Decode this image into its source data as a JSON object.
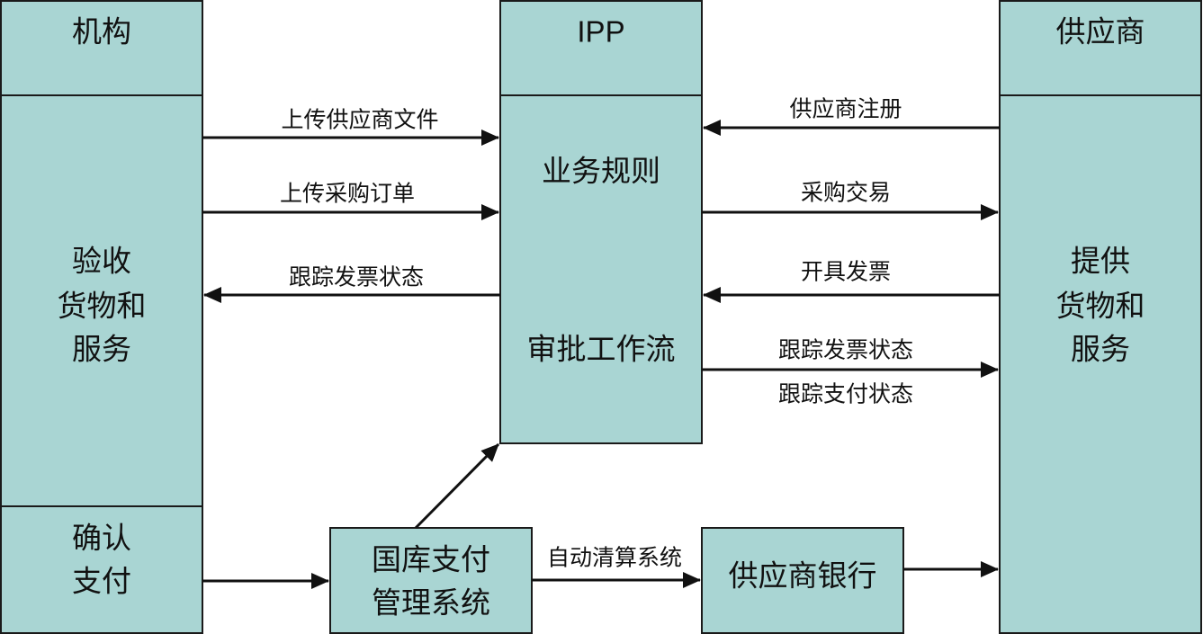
{
  "nodes": {
    "agency_header": "机构",
    "agency_body": [
      "验收",
      "货物和",
      "服务"
    ],
    "agency_pay": [
      "确认",
      "支付"
    ],
    "ipp_header": "IPP",
    "ipp_rules": "业务规则",
    "ipp_workflow": "审批工作流",
    "supplier_header": "供应商",
    "supplier_body": [
      "提供",
      "货物和",
      "服务"
    ],
    "treasury": [
      "国库支付",
      "管理系统"
    ],
    "supplier_bank": "供应商银行"
  },
  "edges": {
    "upload_supplier_docs": "上传供应商文件",
    "upload_purchase_order": "上传采购订单",
    "track_invoice_agency": "跟踪发票状态",
    "supplier_registration": "供应商注册",
    "procurement_transaction": "采购交易",
    "issue_invoice": "开具发票",
    "track_invoice_supplier": "跟踪发票状态",
    "track_payment_supplier": "跟踪支付状态",
    "auto_clearing": "自动清算系统"
  },
  "colors": {
    "box_fill": "#a9d5d3",
    "box_stroke": "#1a1a1a",
    "arrow": "#111111"
  }
}
